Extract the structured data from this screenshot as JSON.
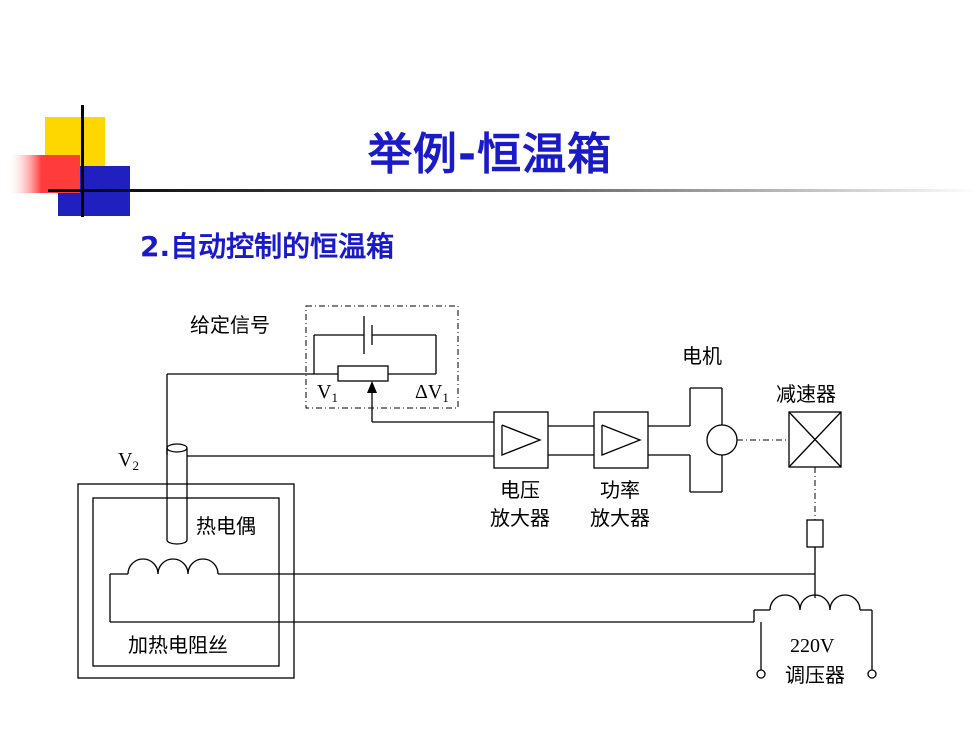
{
  "slide": {
    "title": "举例-恒温箱",
    "subtitle": "2.自动控制的恒温箱"
  },
  "diagram": {
    "labels": {
      "given_signal": "给定信号",
      "v1": "V",
      "v1_sub": "1",
      "delta_v1": "ΔV",
      "delta_v1_sub": "1",
      "v2": "V",
      "v2_sub": "2",
      "motor": "电机",
      "reducer": "减速器",
      "voltage_amp_line1": "电压",
      "voltage_amp_line2": "放大器",
      "power_amp_line1": "功率",
      "power_amp_line2": "放大器",
      "thermocouple": "热电偶",
      "heater_wire": "加热电阻丝",
      "voltage_220": "220V",
      "regulator": "调压器"
    }
  },
  "colors": {
    "title": "#1a1ac8",
    "accent_yellow": "#ffd700",
    "accent_red": "#ff3b3b",
    "accent_blue": "#2020c0"
  }
}
